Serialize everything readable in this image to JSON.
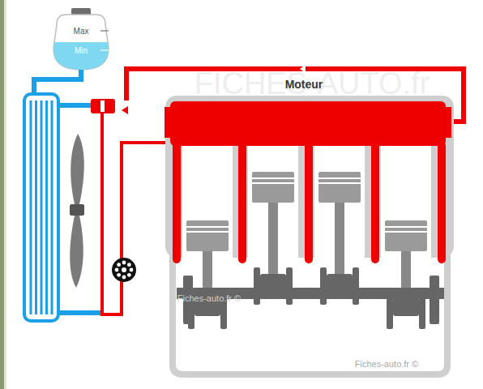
{
  "diagram": {
    "nodes": [
      {
        "text": [
          "Max",
          "Min"
        ]
      },
      {
        "text": [
          "Moteur"
        ]
      }
    ],
    "labels": [
      "FICHES-AUTO.fr",
      "Fiches-auto.fr ©",
      "Fiches-auto.fr ©"
    ]
  }
}
